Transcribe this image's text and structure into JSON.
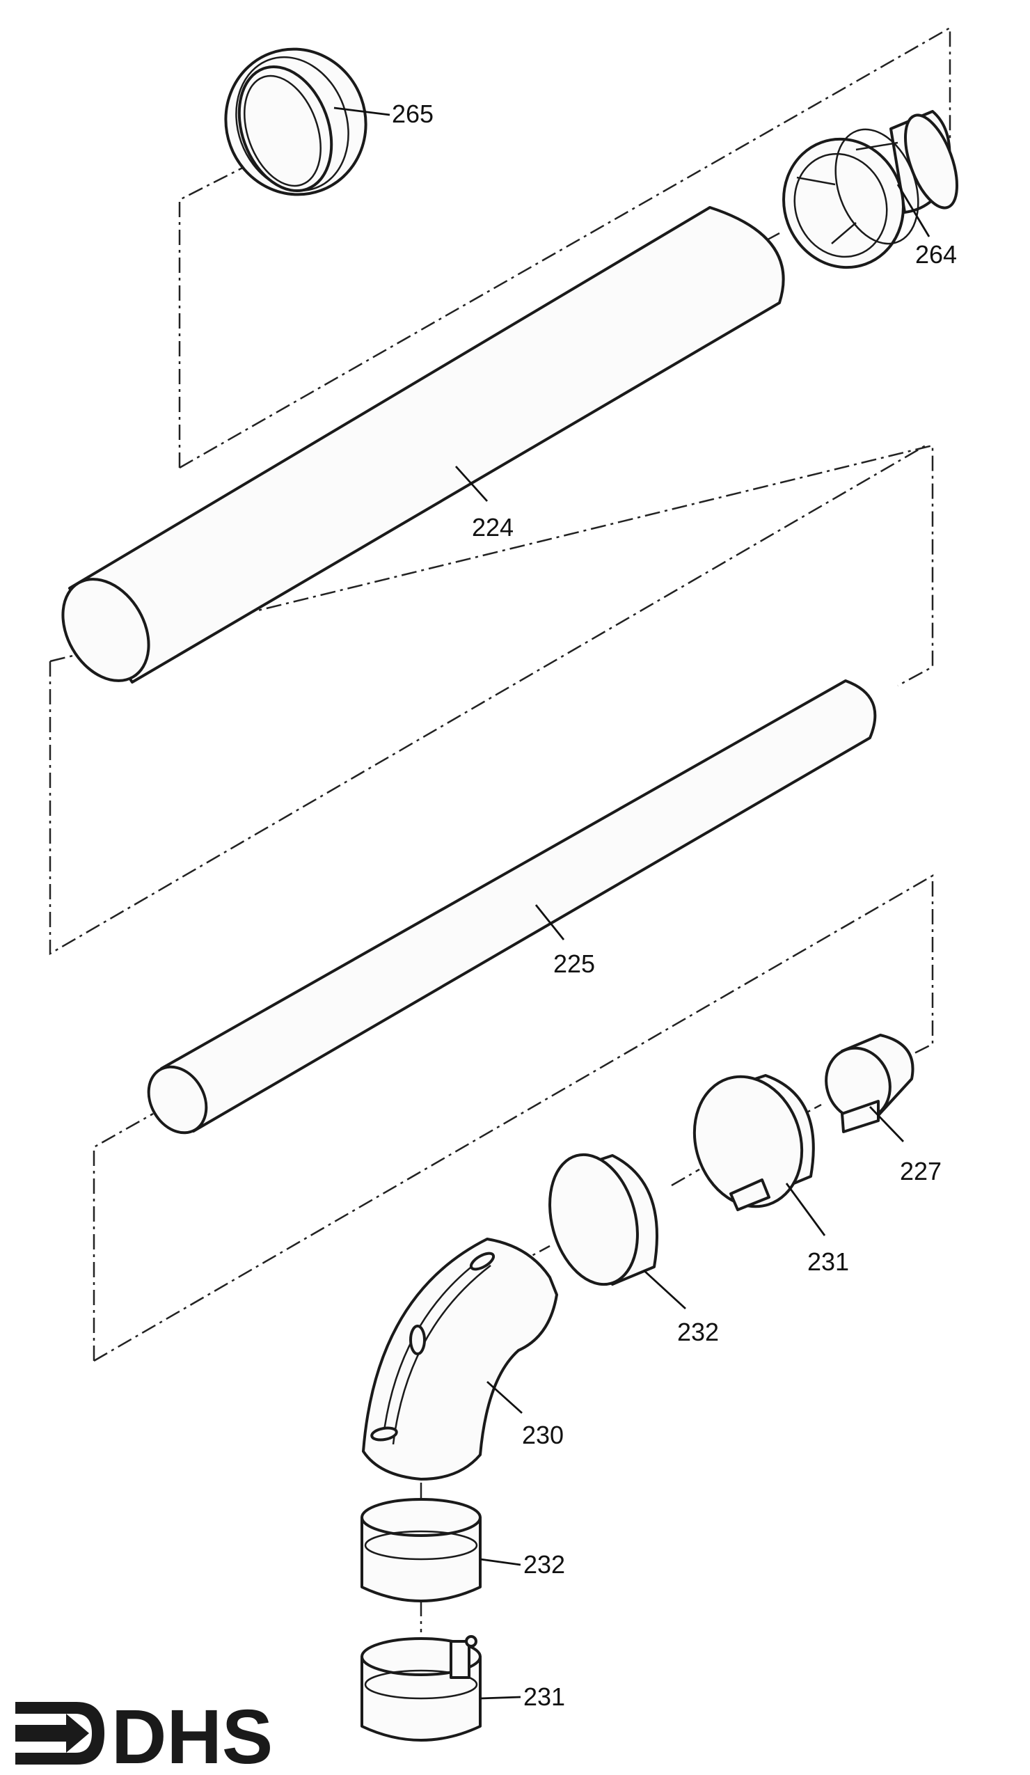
{
  "diagram": {
    "parts": [
      {
        "id": "p265",
        "label": "265"
      },
      {
        "id": "p264",
        "label": "264"
      },
      {
        "id": "p224",
        "label": "224"
      },
      {
        "id": "p225",
        "label": "225"
      },
      {
        "id": "p227",
        "label": "227"
      },
      {
        "id": "p231a",
        "label": "231"
      },
      {
        "id": "p232a",
        "label": "232"
      },
      {
        "id": "p230",
        "label": "230"
      },
      {
        "id": "p232b",
        "label": "232"
      },
      {
        "id": "p231b",
        "label": "231"
      }
    ]
  },
  "logo": {
    "text": "DHS",
    "icon": "arrow-bracket-icon"
  }
}
